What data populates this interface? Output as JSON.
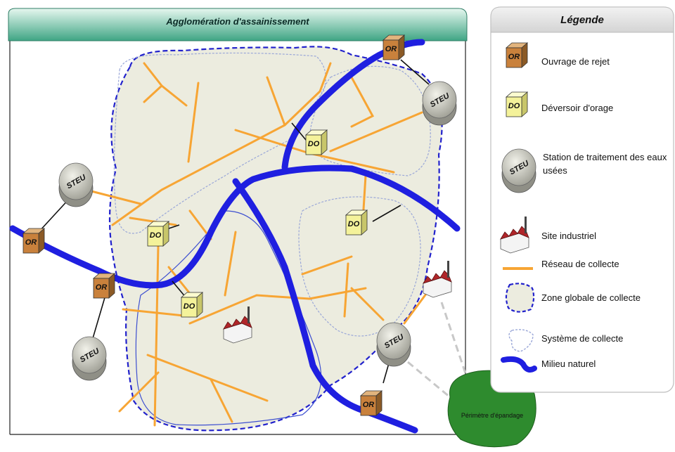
{
  "diagram": {
    "title": "Agglomération d'assainissement",
    "labels": {
      "or": "OR",
      "do": "DO",
      "steu": "STEU",
      "epandage": "Périmètre d'épandage"
    }
  },
  "legend": {
    "title": "Légende",
    "items": [
      {
        "icon": "ouvrage-de-rejet-icon",
        "label": "Ouvrage de rejet"
      },
      {
        "icon": "deversoir-d-orage-icon",
        "label": "Déversoir d'orage"
      },
      {
        "icon": "steu-icon",
        "label_line1": "Station de traitement des eaux",
        "label_line2": "usées"
      },
      {
        "icon": "industrial-site-icon",
        "label": "Site industriel"
      },
      {
        "icon": "collection-network-icon",
        "label": "Réseau de collecte"
      },
      {
        "icon": "global-collection-zone-icon",
        "label": "Zone globale de collecte"
      },
      {
        "icon": "collection-system-icon",
        "label": "Système de collecte"
      },
      {
        "icon": "natural-environment-icon",
        "label": "Milieu naturel"
      }
    ]
  },
  "colors": {
    "header_gradient_top": "#d9f2e8",
    "header_gradient_bottom": "#4fb393",
    "zone_fill": "#ececdf",
    "river": "#1f1fe0",
    "network": "#f7a534",
    "or_box": "#c9813c",
    "do_box": "#f4f29a",
    "steu": "#c4c4b8",
    "epandage": "#2e8b2e"
  }
}
